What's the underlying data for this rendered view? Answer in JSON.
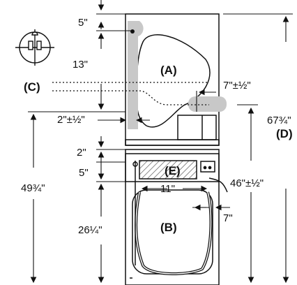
{
  "dimensions": {
    "top_gap": "5\"",
    "upper_section": "13\"",
    "side_offset": "2\"±½\"",
    "right_offset": "7\"±½\"",
    "total_height": "67¾\"",
    "spacer": "2\"",
    "panel_offset": "5\"",
    "width_inner": "11\"",
    "right_hose": "46\"±½\"",
    "right_inner": "7\"",
    "washer_height": "49¾\"",
    "lower_height": "26¼\""
  },
  "callouts": {
    "dryer": "(A)",
    "washer": "(B)",
    "vent_line": "(C)",
    "total": "(D)",
    "control_panel": "(E)"
  },
  "icons": {
    "outlet": "electrical-outlet-icon"
  },
  "colors": {
    "line": "#111111",
    "shade": "#c8c8c8",
    "hatch": "#555555"
  }
}
